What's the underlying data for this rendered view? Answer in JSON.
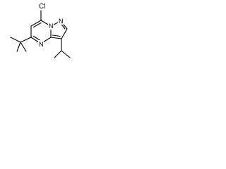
{
  "diagram": {
    "type": "skeletal-structure",
    "atoms": [
      {
        "id": "Cl",
        "label": "Cl"
      },
      {
        "id": "N1",
        "label": "N"
      },
      {
        "id": "N2",
        "label": "N"
      },
      {
        "id": "N3",
        "label": "N"
      }
    ],
    "colors": {
      "bond": "#000000",
      "background": "#ffffff"
    }
  }
}
